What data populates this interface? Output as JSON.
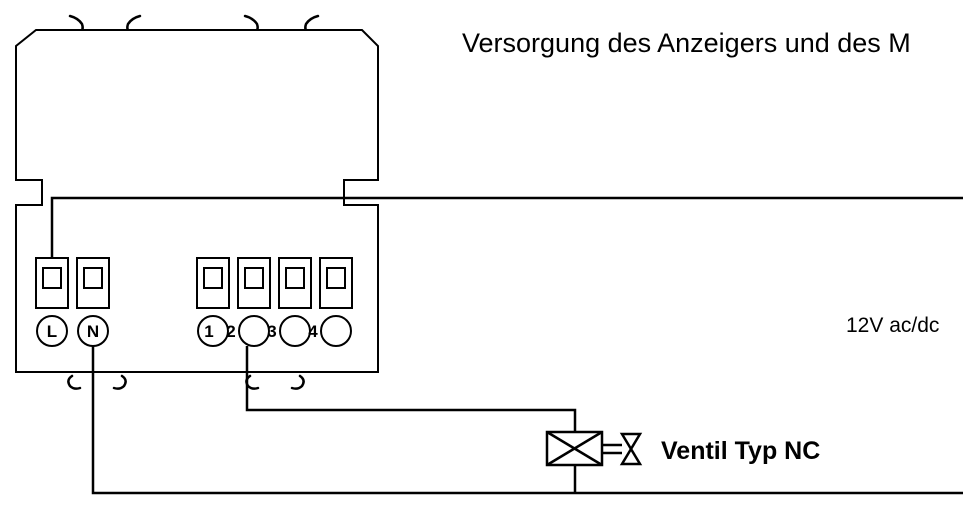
{
  "title": "Versorgung des Anzeigers und des M",
  "supply_label": "12V ac/dc",
  "valve_label": "Ventil Typ NC",
  "terminals": {
    "L": "L",
    "N": "N",
    "t1": "1",
    "t2": "2",
    "t3": "3",
    "t4": "4"
  }
}
